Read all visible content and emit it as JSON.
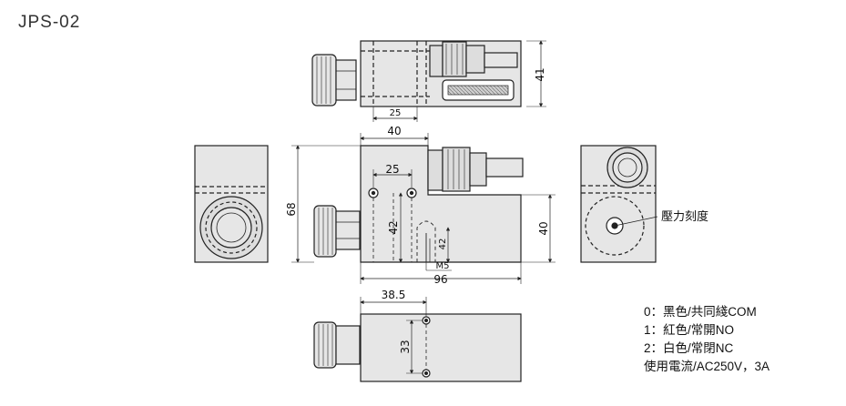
{
  "title": "JPS-02",
  "dimensions": {
    "top_view_width": "25",
    "top_view_height": "41",
    "front_top_width": "40",
    "front_hole_spacing": "25",
    "front_height": "68",
    "front_hole_depth": "42",
    "front_slot_depth": "42",
    "front_thread": "M5",
    "front_length": "96",
    "side_height": "40",
    "bottom_offset": "38.5",
    "bottom_hole_spacing": "33"
  },
  "labels": {
    "pressure_scale": "壓力刻度"
  },
  "wiring_notes": [
    "0：黑色/共同綫COM",
    "1：紅色/常開NO",
    "2：白色/常閉NC",
    "使用電流/AC250V，3A"
  ],
  "colors": {
    "body_fill": "#e6e6e6",
    "line": "#222222",
    "text": "#111111"
  }
}
